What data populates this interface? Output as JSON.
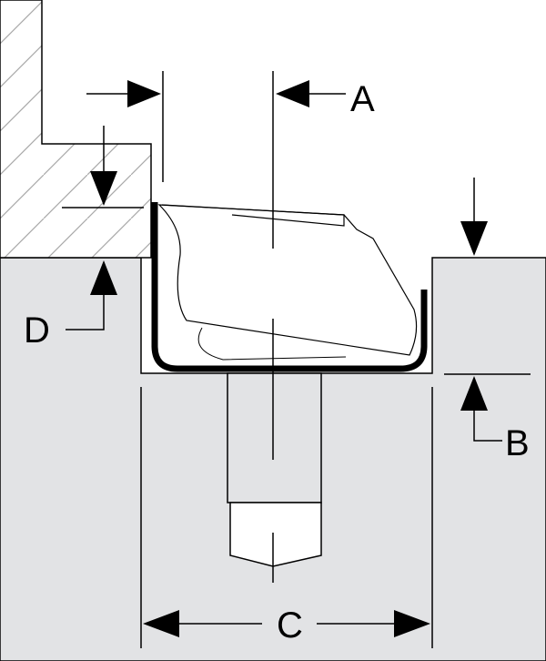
{
  "labels": {
    "a": "A",
    "b": "B",
    "c": "C",
    "d": "D"
  },
  "colors": {
    "block": "#e2e3e5",
    "background": "#ffffff",
    "line": "#000000",
    "hatch": "#a8a8a8",
    "part": "#ffffff"
  }
}
